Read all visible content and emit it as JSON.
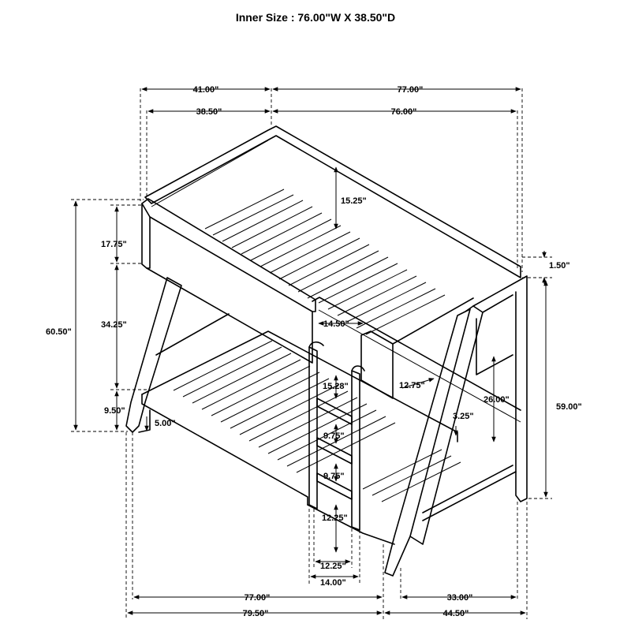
{
  "title": "Inner Size : 76.00\"W X  38.50\"D",
  "dimensions": {
    "top_depth_outer": "41.00\"",
    "top_width_outer": "77.00\"",
    "top_depth_inner": "38.50\"",
    "top_width_inner": "76.00\"",
    "guardrail_height": "15.25\"",
    "total_height": "60.50\"",
    "upper_panel": "17.75\"",
    "between_bunks": "34.25\"",
    "lower_rail": "9.50\"",
    "foot_offset": "5.00\"",
    "top_cap": "1.50\"",
    "end_height": "59.00\"",
    "ladder_opening": "14.50\"",
    "side_panel": "12.75\"",
    "end_panel_height": "26.00\"",
    "slat_gap": "3.25\"",
    "ladder_step_top": "15.28\"",
    "ladder_step_1": "9.75\"",
    "ladder_step_2": "9.75\"",
    "ladder_bottom": "12.25\"",
    "ladder_inner_width": "12.25\"",
    "ladder_outer_width": "14.00\"",
    "bottom_length": "77.00\"",
    "bottom_length_total": "79.50\"",
    "bottom_depth": "33.00\"",
    "bottom_depth_total": "44.50\""
  }
}
